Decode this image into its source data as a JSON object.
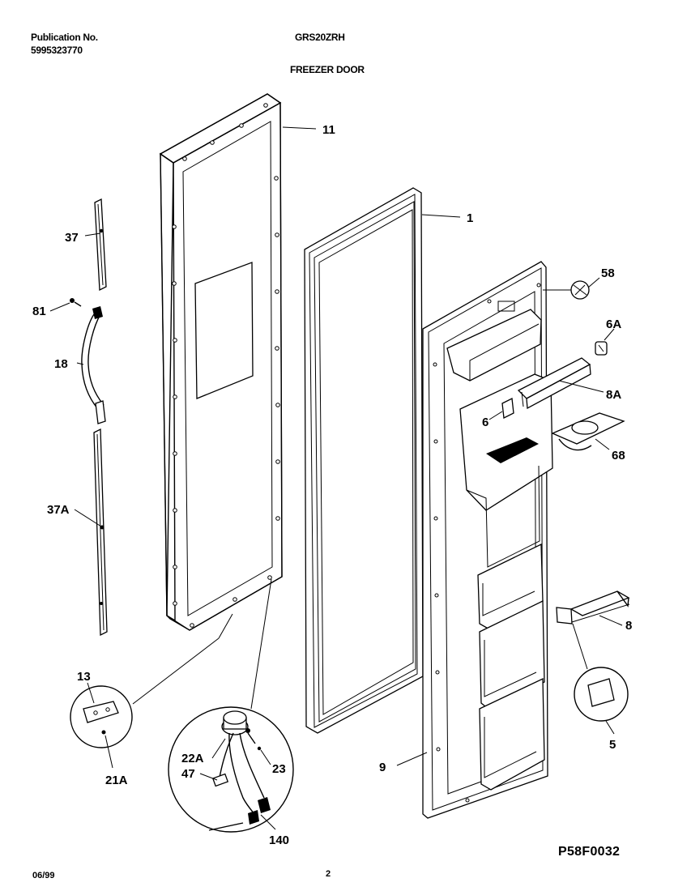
{
  "header": {
    "publication_label": "Publication No.",
    "publication_number": "5995323770",
    "model": "GRS20ZRH",
    "section_title": "FREEZER DOOR"
  },
  "footer": {
    "date": "06/99",
    "page_number": "2",
    "drawing_code": "P58F0032"
  },
  "callouts": {
    "c11": "11",
    "c1": "1",
    "c37": "37",
    "c81": "81",
    "c18": "18",
    "c37a": "37A",
    "c58": "58",
    "c6a": "6A",
    "c8a": "8A",
    "c6": "6",
    "c68": "68",
    "c8": "8",
    "c5": "5",
    "c9": "9",
    "c13": "13",
    "c21a": "21A",
    "c22a": "22A",
    "c47": "47",
    "c23": "23",
    "c140": "140"
  }
}
